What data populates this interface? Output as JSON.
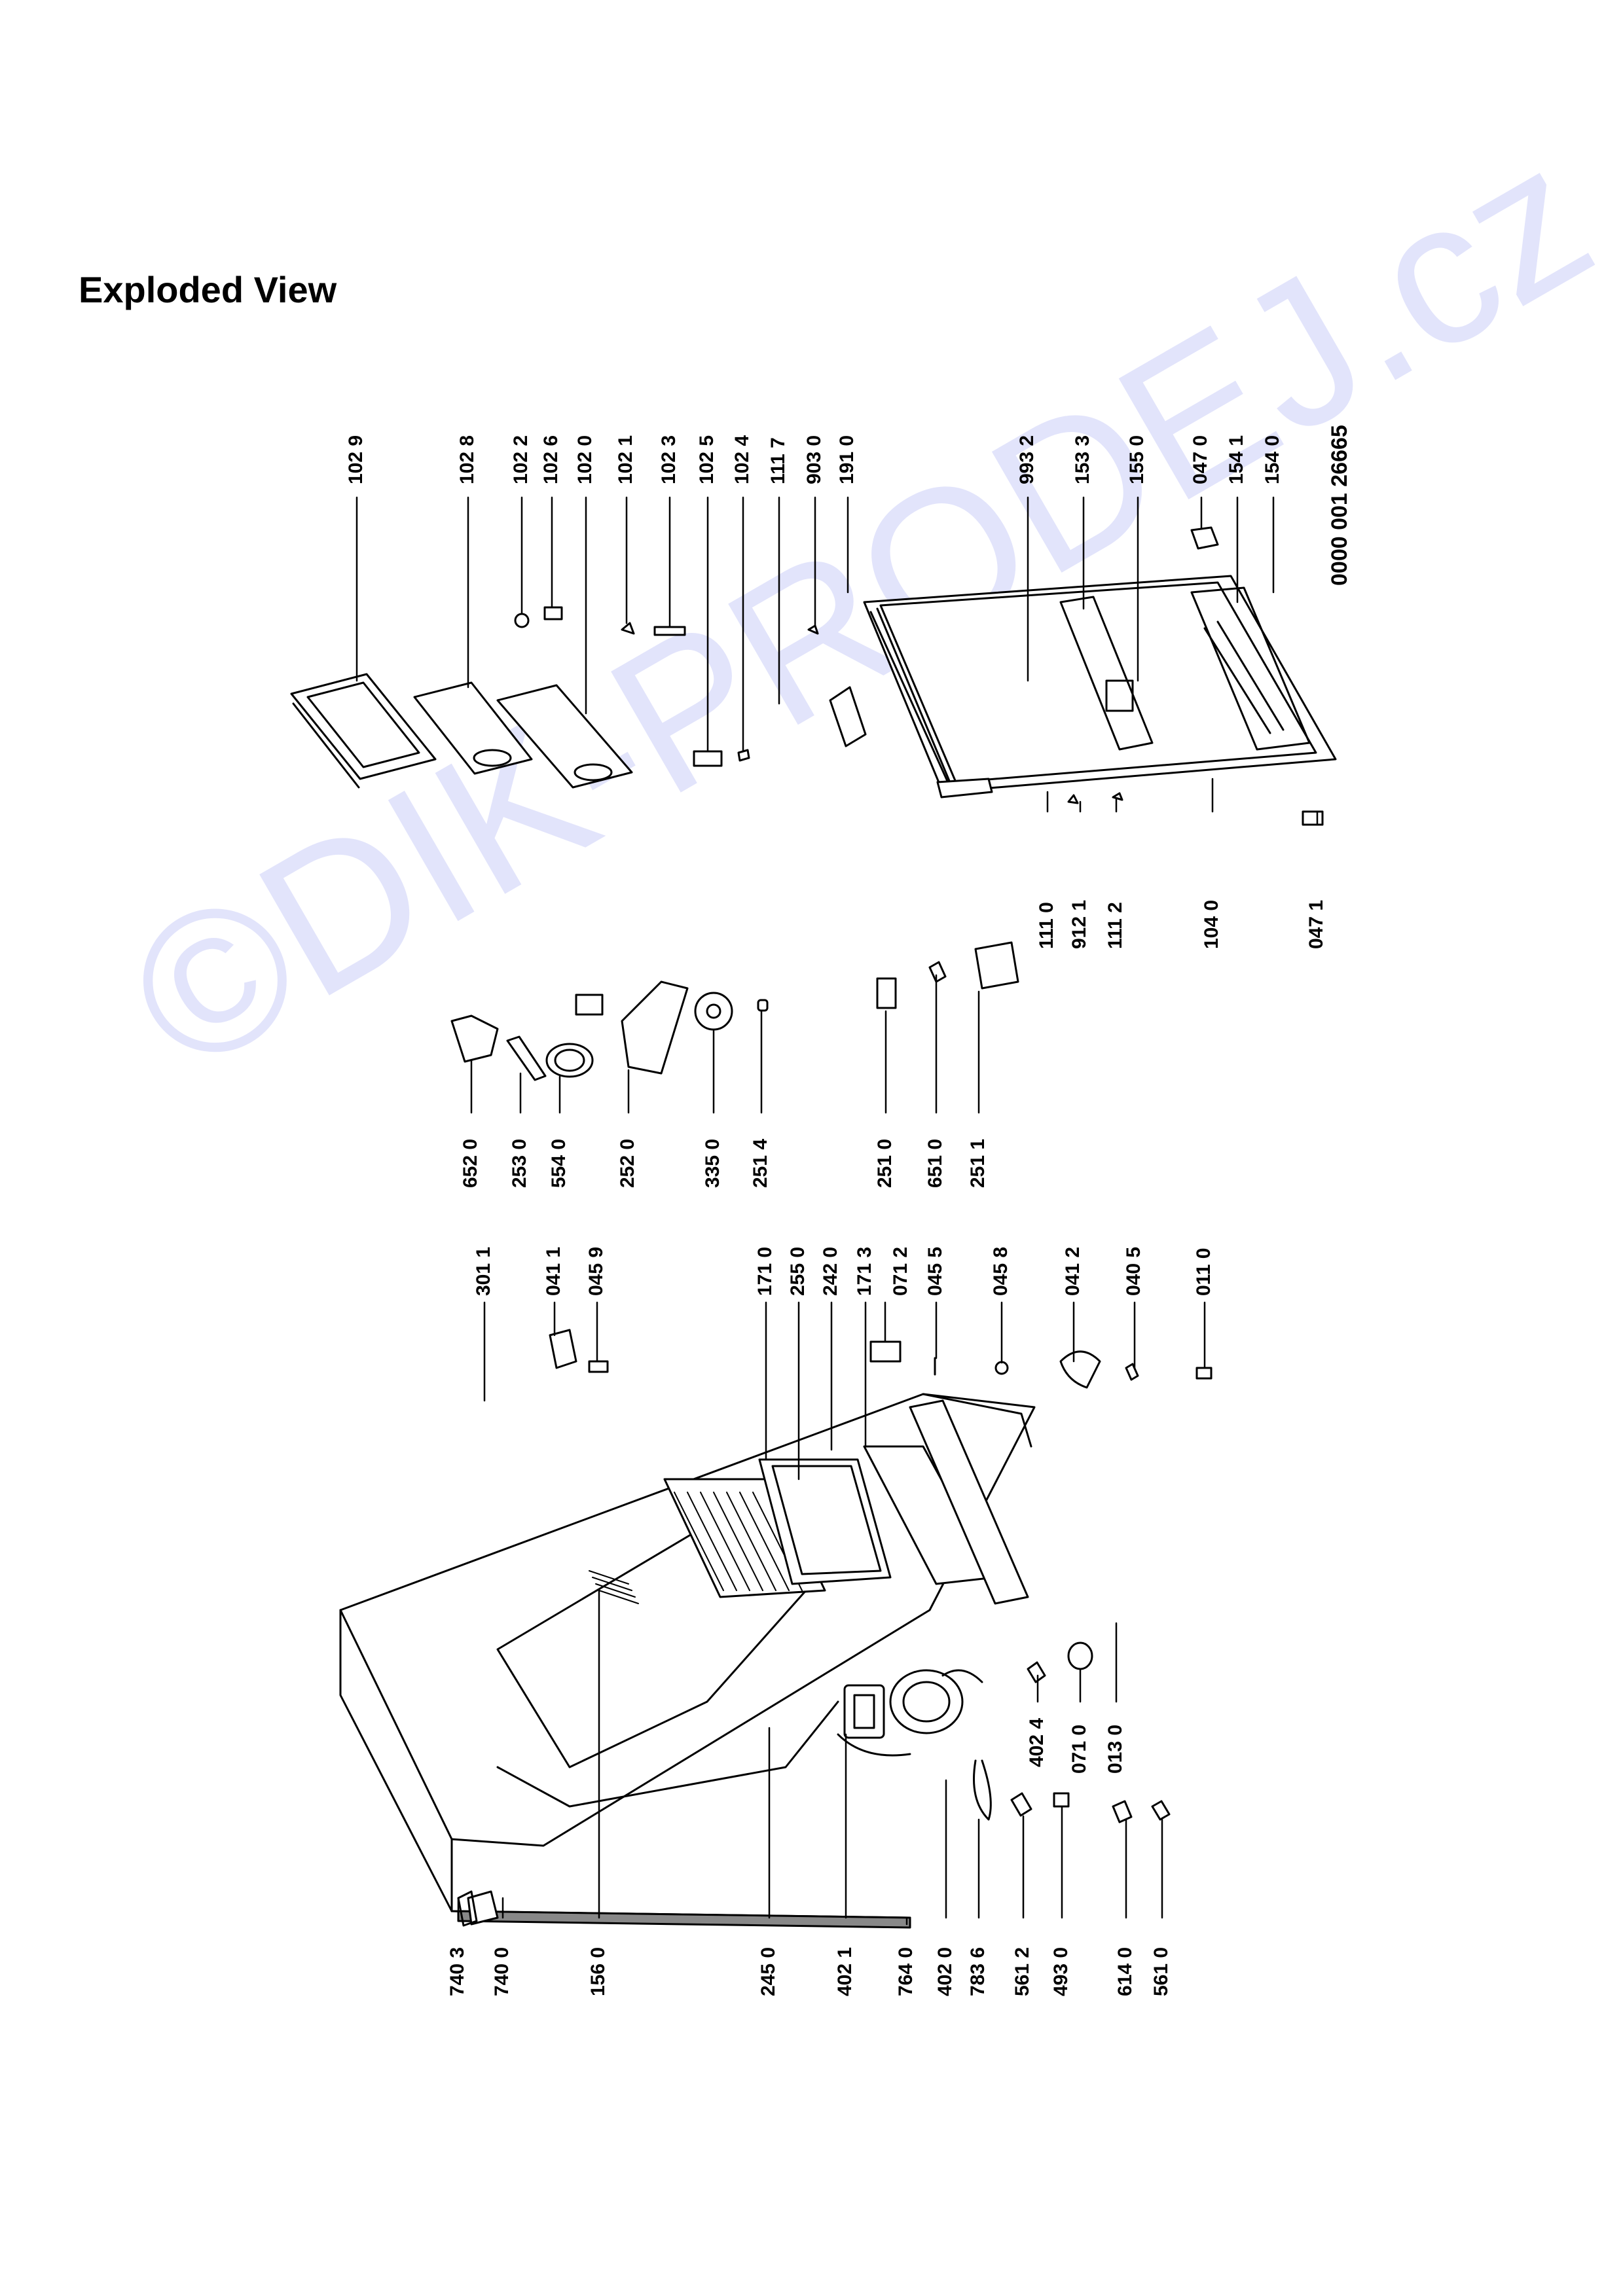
{
  "title": "Exploded View",
  "document_number": "0000 001 26665",
  "watermark": "©DIK-PRODEJ.cz",
  "labels": {
    "l1029": "102 9",
    "l1028": "102 8",
    "l1022": "102 2",
    "l1026": "102 6",
    "l1020": "102 0",
    "l1021": "102 1",
    "l1023": "102 3",
    "l1025": "102 5",
    "l1024": "102 4",
    "l1117": "111 7",
    "l9030": "903 0",
    "l1910": "191 0",
    "l9932": "993 2",
    "l1533": "153 3",
    "l1550": "155 0",
    "l0470": "047 0",
    "l1541": "154 1",
    "l1540": "154 0",
    "l1110": "111 0",
    "l9121": "912 1",
    "l1112": "111 2",
    "l1040": "104 0",
    "l0471": "047 1",
    "l6520": "652 0",
    "l2530": "253 0",
    "l5540": "554 0",
    "l2520": "252 0",
    "l3350": "335 0",
    "l2514": "251 4",
    "l2510": "251 0",
    "l6510": "651 0",
    "l2511": "251 1",
    "l3011": "301  1",
    "l0411": "041 1",
    "l0459": "045 9",
    "l1710": "171 0",
    "l2550": "255 0",
    "l2420": "242 0",
    "l1713": "171 3",
    "l0712": "071 2",
    "l0455": "045 5",
    "l0458": "045 8",
    "l0412": "041 2",
    "l0405": "040 5",
    "l0110": "011 0",
    "l7403": "740 3",
    "l7400": "740 0",
    "l1560": "156 0",
    "l2450": "245 0",
    "l4021": "402 1",
    "l7640": "764 0",
    "l4020": "402 0",
    "l7836": "783 6",
    "l5612": "561 2",
    "l4930": "493 0",
    "l6140": "614 0",
    "l5610": "561 0",
    "l4024": "402 4",
    "l0710": "071 0",
    "l0130": "013 0"
  }
}
